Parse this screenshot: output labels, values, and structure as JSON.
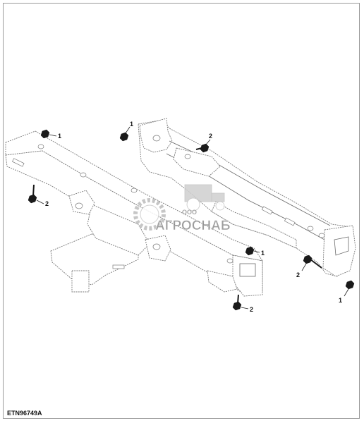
{
  "figure": {
    "id": "ETN96749A",
    "callouts": [
      {
        "label": "1"
      },
      {
        "label": "1"
      },
      {
        "label": "2"
      },
      {
        "label": "2"
      },
      {
        "label": "1"
      },
      {
        "label": "2"
      },
      {
        "label": "1"
      },
      {
        "label": "2"
      }
    ]
  },
  "watermark": {
    "company_prefix": "ООО",
    "company_name": "АГРОСНАБ",
    "colors": {
      "primary": "#8c8c8c",
      "light": "#d4d4d4"
    }
  }
}
